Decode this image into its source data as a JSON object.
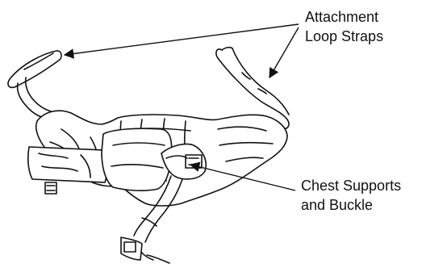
{
  "labels": {
    "attachment": {
      "line1": "Attachment",
      "line2": "Loop Straps"
    },
    "chest": {
      "line1": "Chest Supports",
      "line2": "and Buckle"
    }
  },
  "colors": {
    "ink": "#111111",
    "background": "#ffffff"
  }
}
